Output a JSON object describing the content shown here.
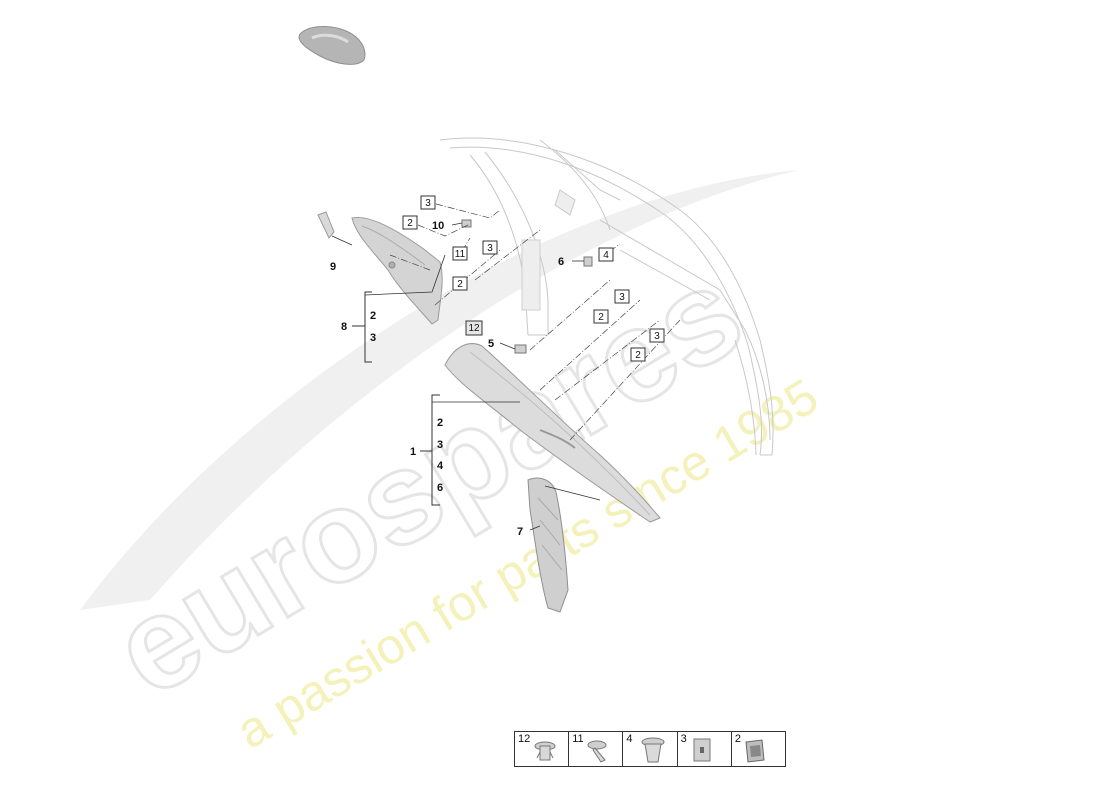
{
  "watermark": {
    "brand": "eurospares",
    "slogan": "a passion for parts since 1985"
  },
  "callouts": {
    "c1": "1",
    "c5": "5",
    "c6": "6",
    "c7": "7",
    "c8": "8",
    "c9": "9",
    "c10": "10",
    "bracket8": [
      "2",
      "3"
    ],
    "bracket1": [
      "2",
      "3",
      "4",
      "6"
    ]
  },
  "boxed_refs": {
    "b3a": "3",
    "b2a": "2",
    "b11": "11",
    "b3b": "3",
    "b2b": "2",
    "b4": "4",
    "b3c": "3",
    "b2c": "2",
    "b3d": "3",
    "b2d": "2",
    "b12": "12"
  },
  "legend": {
    "cells": [
      {
        "label": "12",
        "icon": "push-clip-icon"
      },
      {
        "label": "11",
        "icon": "screw-rivet-icon"
      },
      {
        "label": "4",
        "icon": "expansion-nut-icon"
      },
      {
        "label": "3",
        "icon": "square-pad-icon"
      },
      {
        "label": "2",
        "icon": "spring-clip-icon"
      }
    ]
  },
  "colors": {
    "part_fill": "#d9d9d9",
    "part_stroke": "#9a9a9a",
    "body_line": "#c8c8c8",
    "watermark_grey": "#e6e6e6",
    "watermark_yellow": "#f3f0b4"
  }
}
